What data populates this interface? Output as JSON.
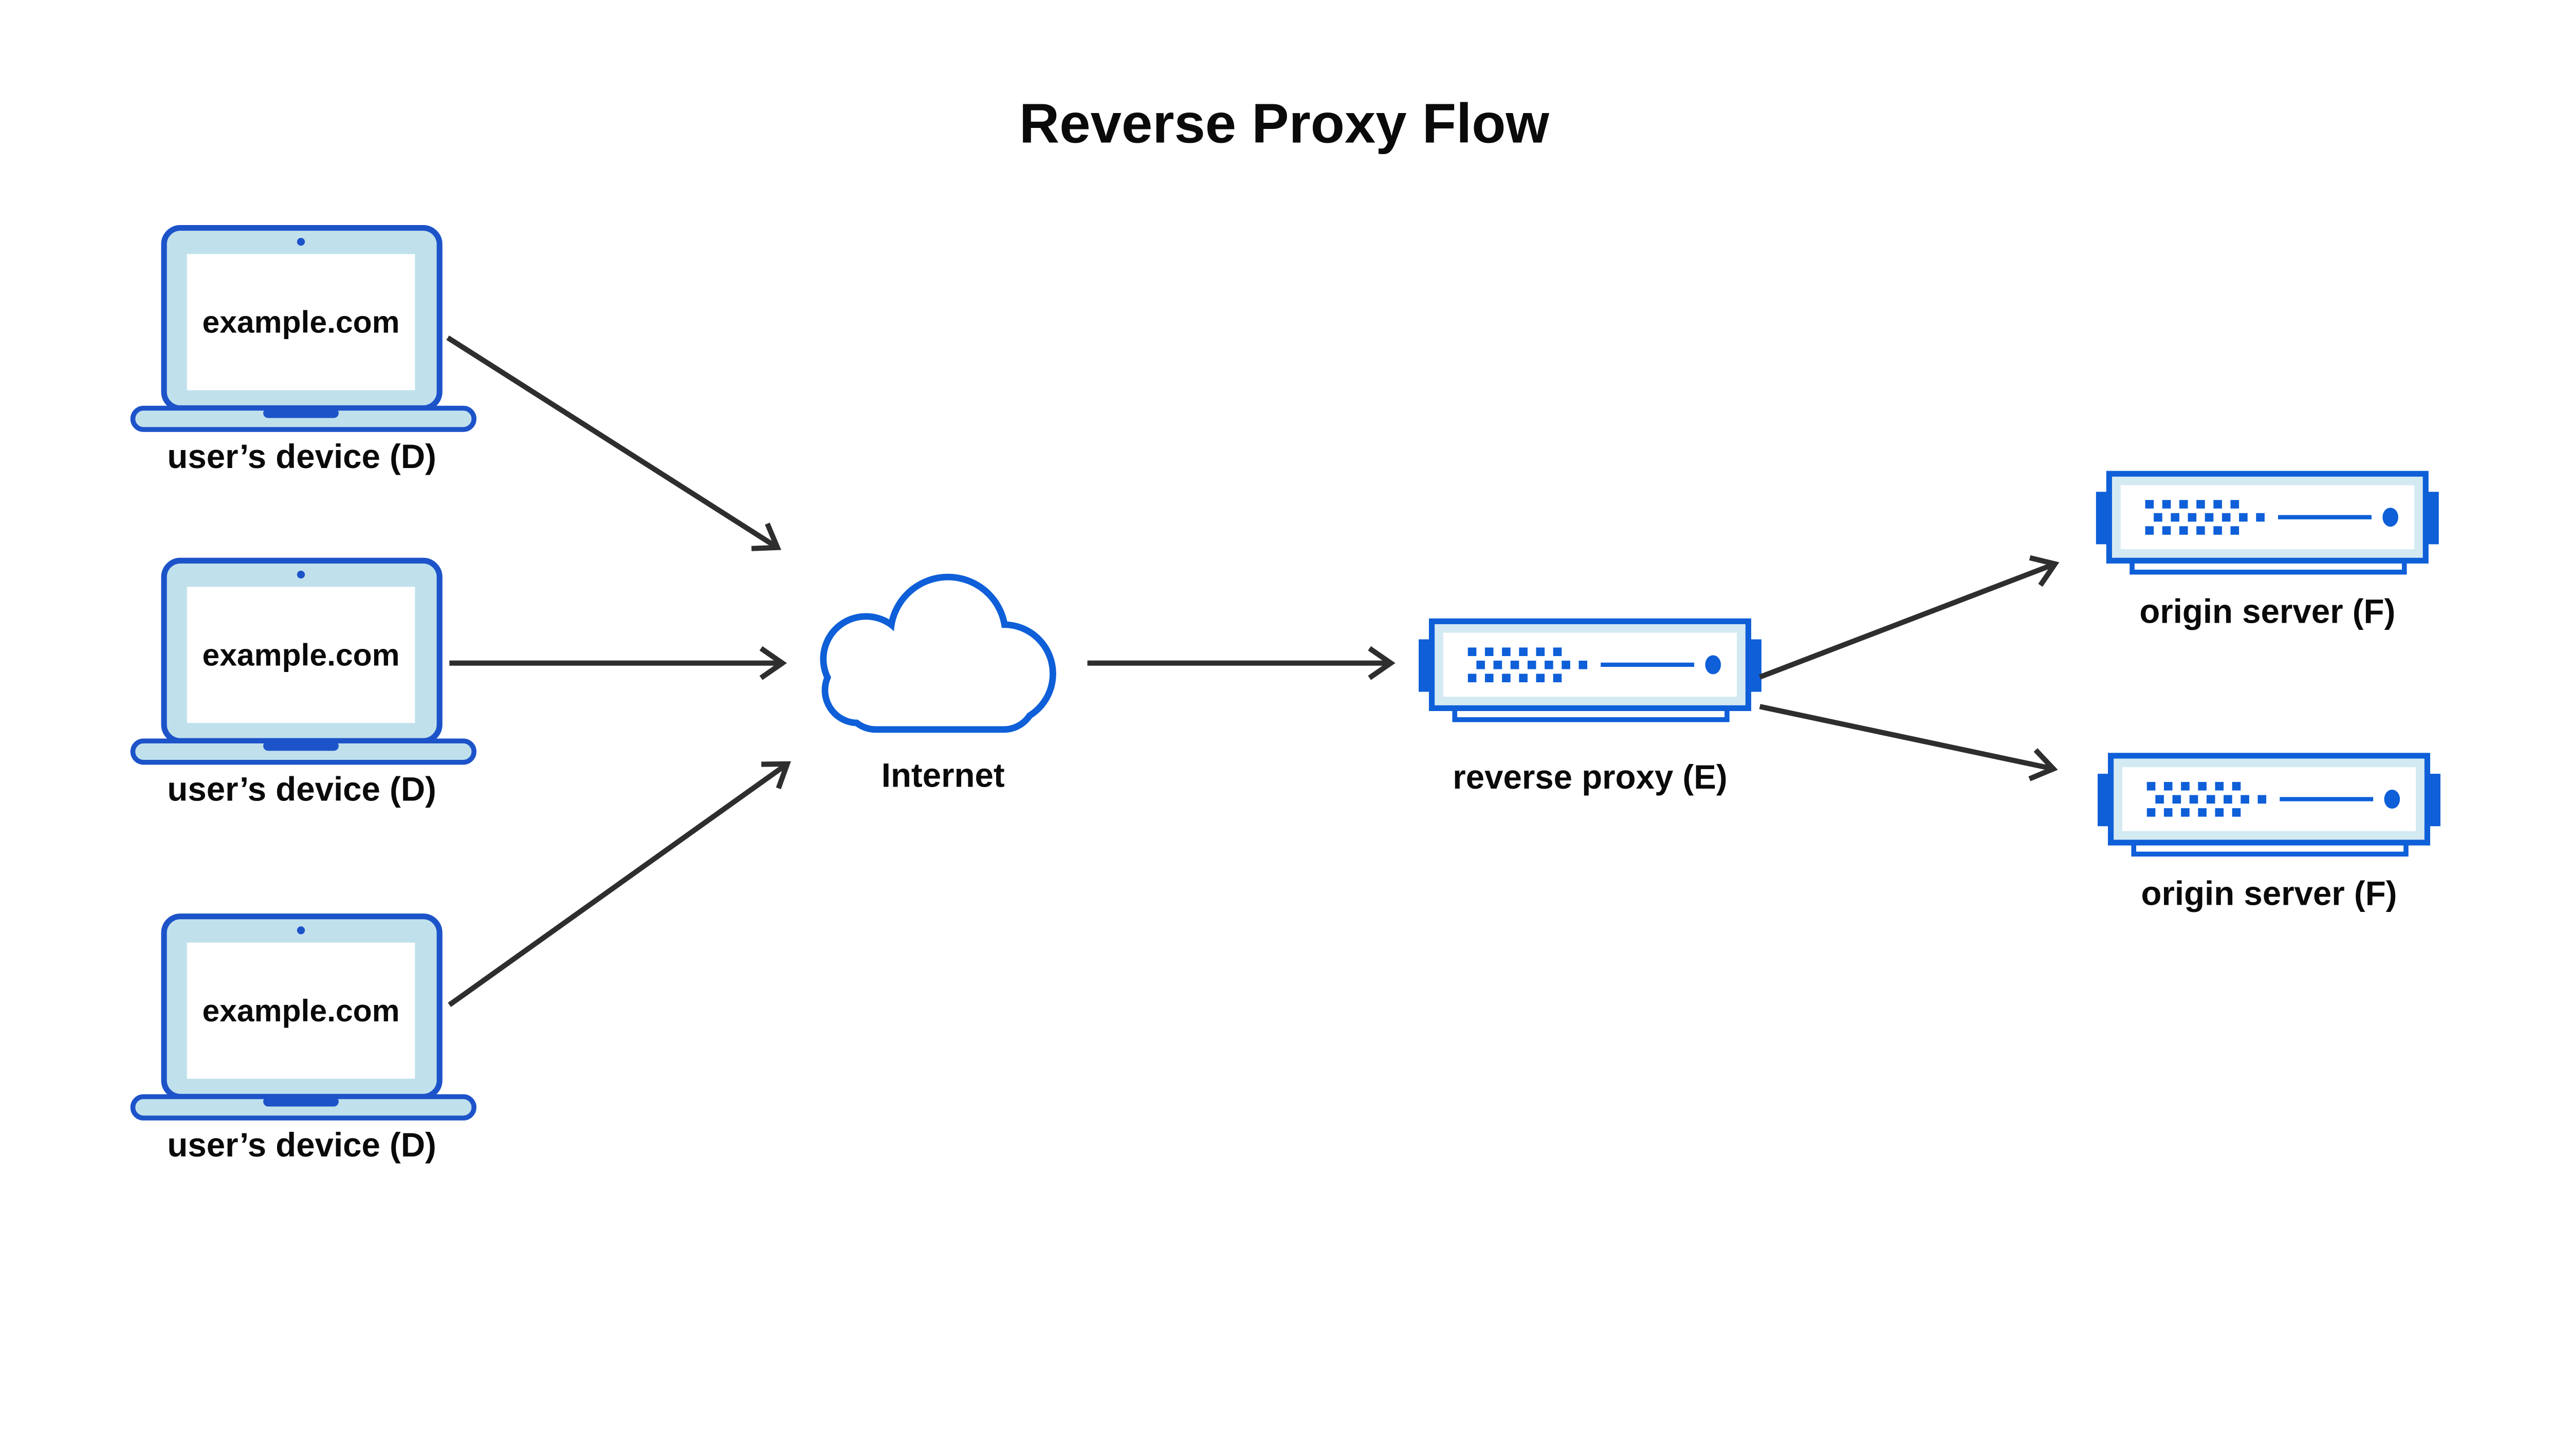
{
  "title": "Reverse Proxy Flow",
  "nodes": {
    "devices": [
      {
        "id": "user-device-1",
        "icon": "laptop-icon",
        "screen_text": "example.com",
        "label": "user’s device (D)"
      },
      {
        "id": "user-device-2",
        "icon": "laptop-icon",
        "screen_text": "example.com",
        "label": "user’s device (D)"
      },
      {
        "id": "user-device-3",
        "icon": "laptop-icon",
        "screen_text": "example.com",
        "label": "user’s device (D)"
      }
    ],
    "internet": {
      "id": "internet",
      "icon": "cloud-icon",
      "label": "Internet"
    },
    "proxy": {
      "id": "reverse-proxy",
      "icon": "server-icon",
      "label": "reverse proxy (E)"
    },
    "origins": [
      {
        "id": "origin-server-1",
        "icon": "server-icon",
        "label": "origin server (F)"
      },
      {
        "id": "origin-server-2",
        "icon": "server-icon",
        "label": "origin server (F)"
      }
    ]
  },
  "edges": [
    {
      "from": "user-device-1",
      "to": "internet"
    },
    {
      "from": "user-device-2",
      "to": "internet"
    },
    {
      "from": "user-device-3",
      "to": "internet"
    },
    {
      "from": "internet",
      "to": "reverse-proxy"
    },
    {
      "from": "reverse-proxy",
      "to": "origin-server-1"
    },
    {
      "from": "reverse-proxy",
      "to": "origin-server-2"
    }
  ],
  "colors": {
    "background": "#ffffff",
    "text": "#0a0a0a",
    "arrow": "#2e2e2e",
    "laptop_outline": "#1d53c9",
    "laptop_body": "#c0e1ec",
    "brand_blue": "#0e5fd8",
    "server_body": "#d4eaf3",
    "white": "#ffffff"
  }
}
